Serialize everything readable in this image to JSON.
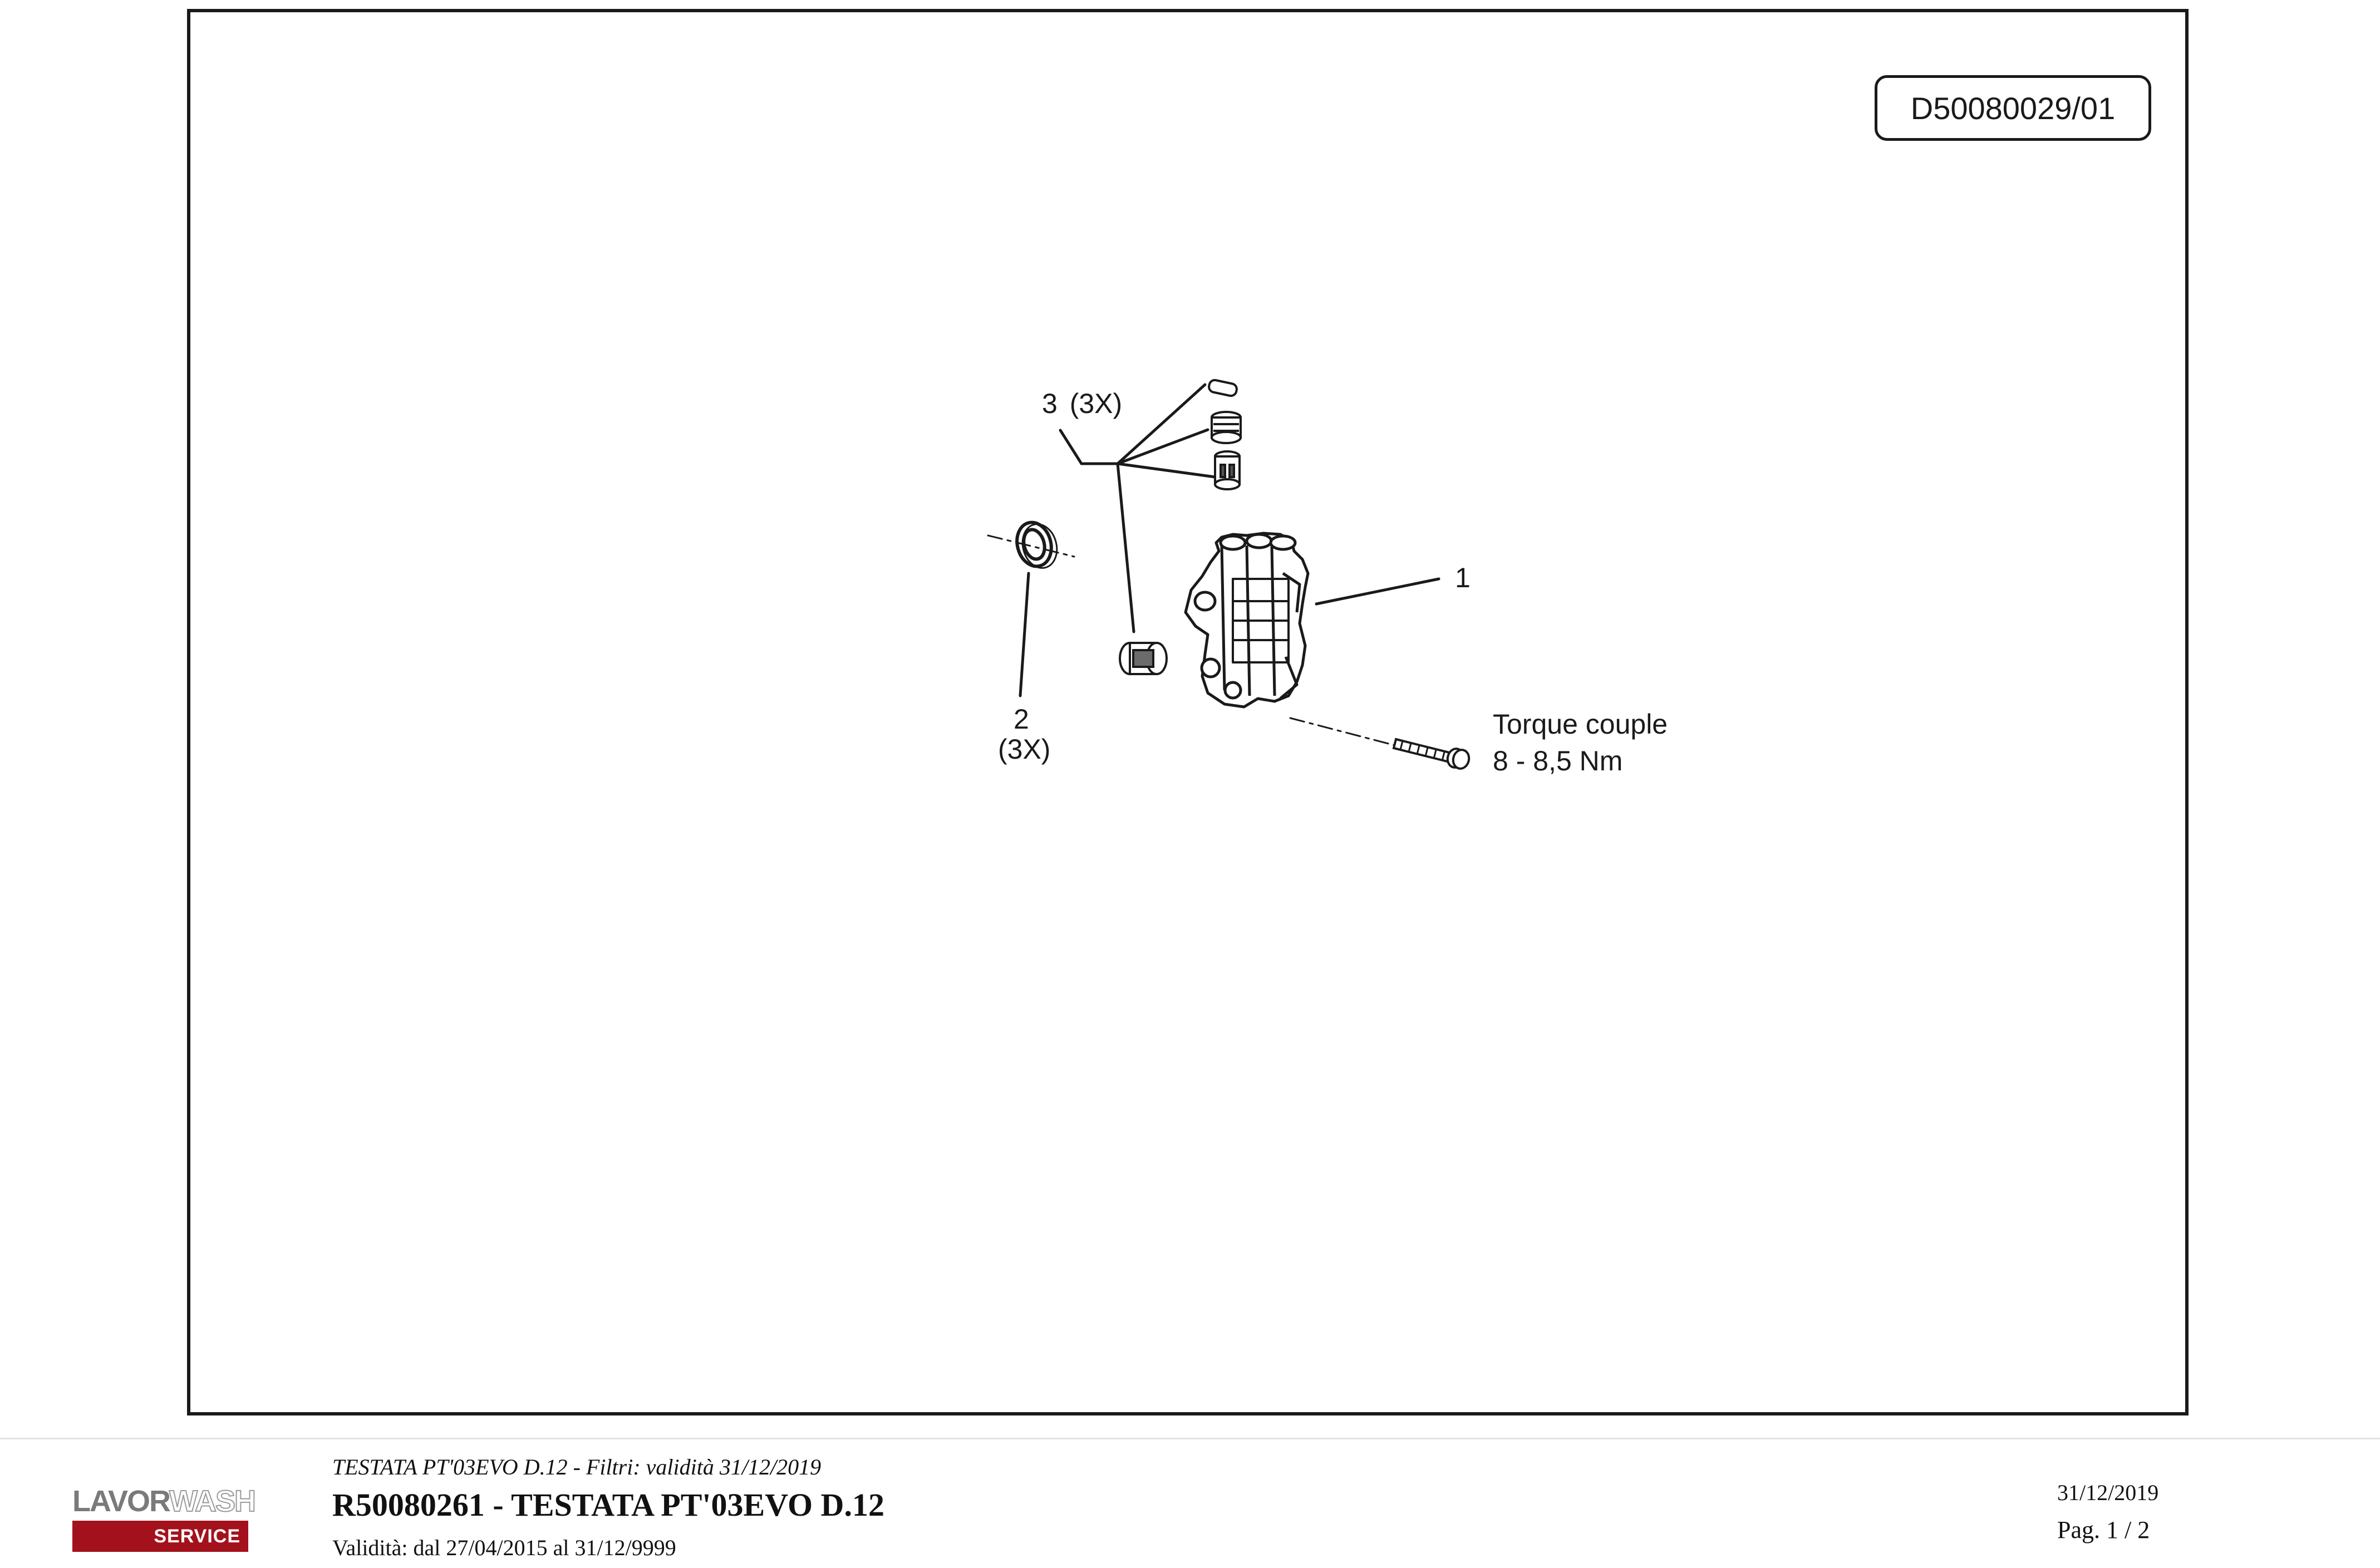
{
  "drawing": {
    "code": "D50080029/01",
    "callouts": {
      "c1": "1",
      "c2_num": "2",
      "c2_qty": "(3X)",
      "c3": "3 (3X)",
      "torque_title": "Torque couple",
      "torque_value": "8 - 8,5 Nm"
    }
  },
  "footer": {
    "logo_left": "LAVOR",
    "logo_right": "WASH",
    "logo_bar": "SERVICE",
    "subtitle": "TESTATA PT'03EVO D.12 - Filtri: validità 31/12/2019",
    "title": "R50080261 - TESTATA PT'03EVO D.12",
    "validity": "Validità: dal 27/04/2015 al 31/12/9999",
    "date": "31/12/2019",
    "page": "Pag. 1 / 2"
  },
  "colors": {
    "ink": "#1a1a1a",
    "brand_red": "#a3121c"
  }
}
